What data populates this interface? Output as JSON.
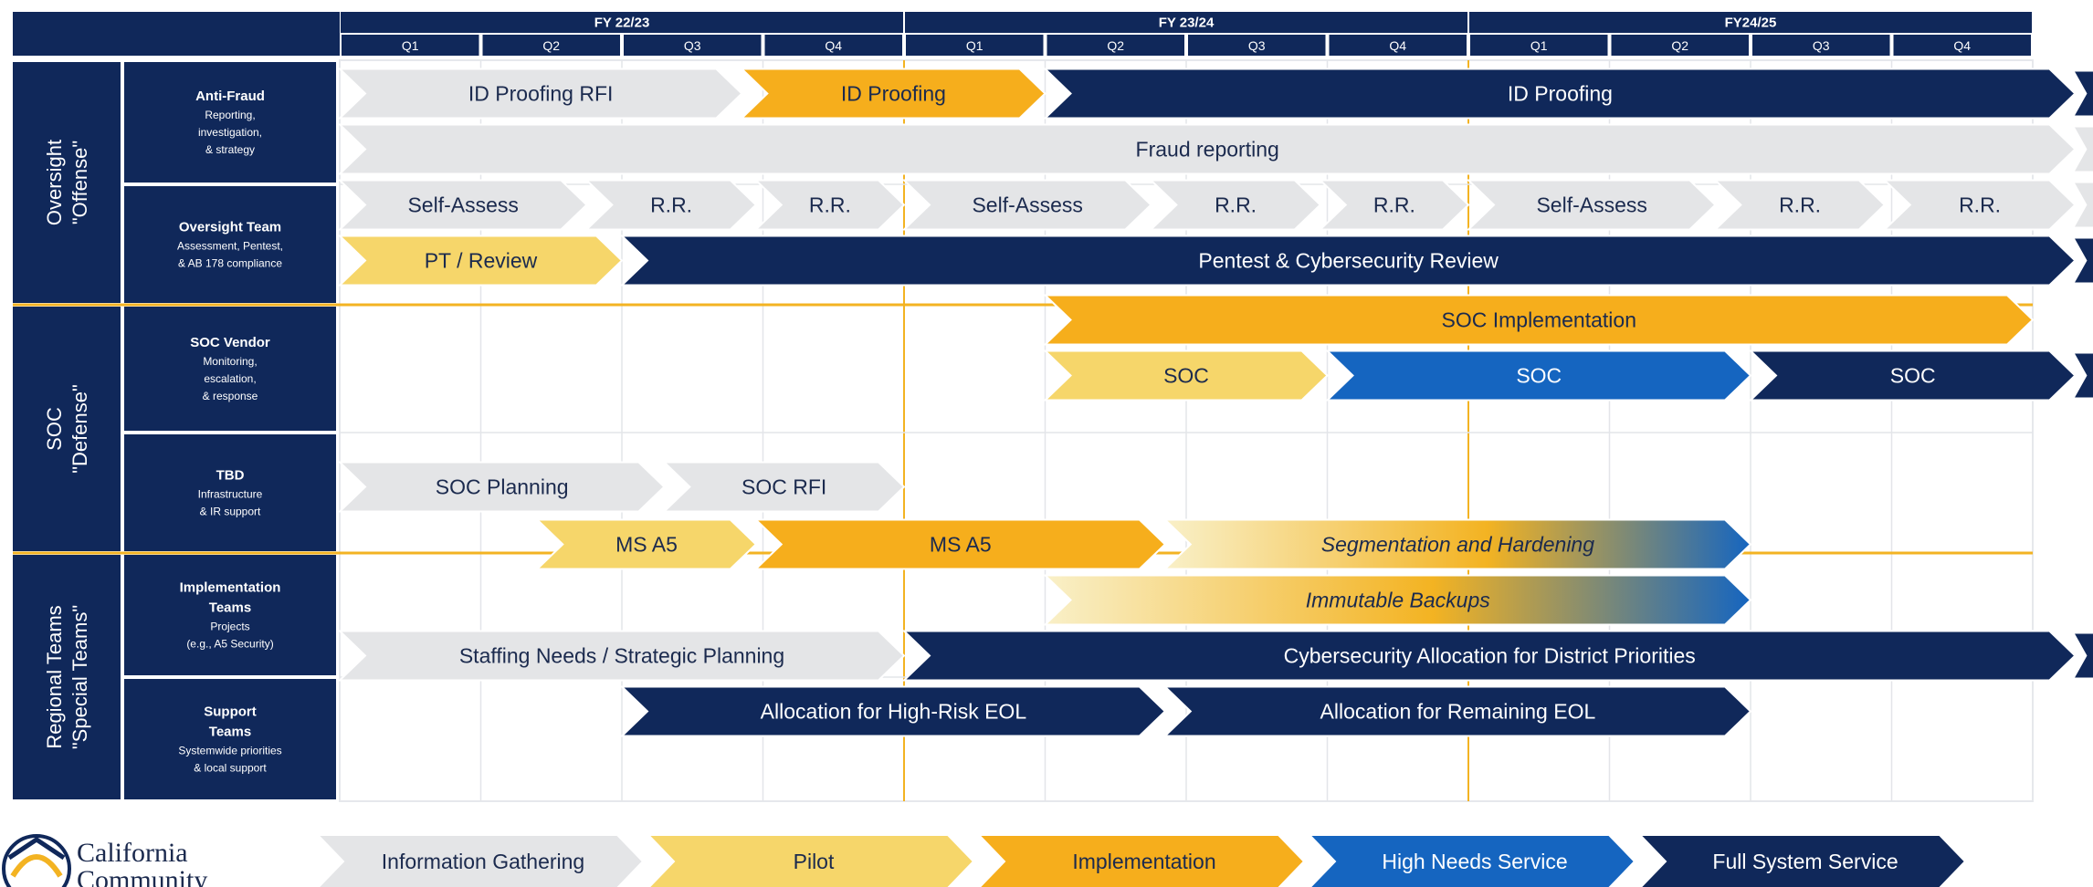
{
  "colors": {
    "info": "#e4e5e7",
    "pilot": "#f6d66a",
    "implementation": "#f6ae1c",
    "high_needs": "#1565c0",
    "full": "#10285a",
    "navy": "#10285a",
    "gold": "#f3b322"
  },
  "header": {
    "fiscal_years": [
      "FY 22/23",
      "FY 23/24",
      "FY24/25"
    ],
    "quarters": [
      "Q1",
      "Q2",
      "Q3",
      "Q4",
      "Q1",
      "Q2",
      "Q3",
      "Q4",
      "Q1",
      "Q2",
      "Q3",
      "Q4"
    ]
  },
  "groups": [
    {
      "label_lines": [
        "Oversight",
        "\"Offense\""
      ]
    },
    {
      "label_lines": [
        "SOC",
        "\"Defense\""
      ]
    },
    {
      "label_lines": [
        "Regional Teams",
        "\"Special Teams\""
      ]
    }
  ],
  "rows": [
    {
      "title_lines": [
        "Anti-Fraud"
      ],
      "sub_lines": [
        "Reporting,",
        "investigation,",
        "& strategy"
      ]
    },
    {
      "title_lines": [
        "Oversight Team"
      ],
      "sub_lines": [
        "Assessment, Pentest,",
        "& AB 178 compliance"
      ]
    },
    {
      "title_lines": [
        "SOC Vendor"
      ],
      "sub_lines": [
        "Monitoring,",
        "escalation,",
        "& response"
      ]
    },
    {
      "title_lines": [
        "TBD"
      ],
      "sub_lines": [
        "Infrastructure",
        "& IR support"
      ]
    },
    {
      "title_lines": [
        "Implementation",
        "Teams"
      ],
      "sub_lines": [
        "Projects",
        "(e.g., A5 Security)"
      ]
    },
    {
      "title_lines": [
        "Support",
        "Teams"
      ],
      "sub_lines": [
        "Systemwide priorities",
        "& local support"
      ]
    }
  ],
  "bars": [
    {
      "lane": 0,
      "start": 0,
      "end": 2.85,
      "label": "ID Proofing RFI",
      "phase": "info"
    },
    {
      "lane": 0,
      "start": 2.85,
      "end": 5.0,
      "label": "ID Proofing",
      "phase": "implementation"
    },
    {
      "lane": 0,
      "start": 5.0,
      "end": 12.3,
      "label": "ID Proofing",
      "phase": "full",
      "continues": true
    },
    {
      "lane": 1,
      "start": 0,
      "end": 12.3,
      "label": "Fraud reporting",
      "phase": "info",
      "continues": true
    },
    {
      "lane": 2,
      "start": 0,
      "end": 1.75,
      "label": "Self-Assess",
      "phase": "info"
    },
    {
      "lane": 2,
      "start": 1.75,
      "end": 2.95,
      "label": "R.R.",
      "phase": "info"
    },
    {
      "lane": 2,
      "start": 2.95,
      "end": 4.0,
      "label": "R.R.",
      "phase": "info"
    },
    {
      "lane": 2,
      "start": 4.0,
      "end": 5.75,
      "label": "Self-Assess",
      "phase": "info"
    },
    {
      "lane": 2,
      "start": 5.75,
      "end": 6.95,
      "label": "R.R.",
      "phase": "info"
    },
    {
      "lane": 2,
      "start": 6.95,
      "end": 8.0,
      "label": "R.R.",
      "phase": "info"
    },
    {
      "lane": 2,
      "start": 8.0,
      "end": 9.75,
      "label": "Self-Assess",
      "phase": "info"
    },
    {
      "lane": 2,
      "start": 9.75,
      "end": 10.95,
      "label": "R.R.",
      "phase": "info"
    },
    {
      "lane": 2,
      "start": 10.95,
      "end": 12.3,
      "label": "R.R.",
      "phase": "info",
      "continues": true
    },
    {
      "lane": 3,
      "start": 0,
      "end": 2.0,
      "label": "PT / Review",
      "phase": "pilot"
    },
    {
      "lane": 3,
      "start": 2.0,
      "end": 12.3,
      "label": "Pentest & Cybersecurity Review",
      "phase": "full",
      "continues": true
    },
    {
      "lane": 4,
      "start": 5.0,
      "end": 12.0,
      "label": "SOC Implementation",
      "phase": "implementation"
    },
    {
      "lane": 5,
      "start": 5.0,
      "end": 7.0,
      "label": "SOC",
      "phase": "pilot"
    },
    {
      "lane": 5,
      "start": 7.0,
      "end": 10.0,
      "label": "SOC",
      "phase": "high_needs"
    },
    {
      "lane": 5,
      "start": 10.0,
      "end": 12.3,
      "label": "SOC",
      "phase": "full",
      "continues": true
    },
    {
      "lane": 7,
      "start": 0,
      "end": 2.3,
      "label": "SOC Planning",
      "phase": "info"
    },
    {
      "lane": 7,
      "start": 2.3,
      "end": 4.0,
      "label": "SOC RFI",
      "phase": "info"
    },
    {
      "lane": 8,
      "start": 1.4,
      "end": 2.95,
      "label": "MS A5",
      "phase": "pilot"
    },
    {
      "lane": 8,
      "start": 2.95,
      "end": 5.85,
      "label": "MS A5",
      "phase": "implementation"
    },
    {
      "lane": 8,
      "start": 5.85,
      "end": 10.0,
      "label": "Segmentation and Hardening",
      "phase": "gradient",
      "italic": true
    },
    {
      "lane": 9,
      "start": 5.0,
      "end": 10.0,
      "label": "Immutable Backups",
      "phase": "gradient",
      "italic": true
    },
    {
      "lane": 10,
      "start": 0,
      "end": 4.0,
      "label": "Staffing Needs / Strategic Planning",
      "phase": "info"
    },
    {
      "lane": 10,
      "start": 4.0,
      "end": 12.3,
      "label": "Cybersecurity Allocation for District Priorities",
      "phase": "full",
      "continues": true
    },
    {
      "lane": 11,
      "start": 2.0,
      "end": 5.85,
      "label": "Allocation for High-Risk EOL",
      "phase": "full"
    },
    {
      "lane": 11,
      "start": 5.85,
      "end": 10.0,
      "label": "Allocation for Remaining EOL",
      "phase": "full"
    }
  ],
  "legend": [
    {
      "label": "Information Gathering",
      "phase": "info"
    },
    {
      "label": "Pilot",
      "phase": "pilot"
    },
    {
      "label": "Implementation",
      "phase": "implementation"
    },
    {
      "label": "High Needs Service",
      "phase": "high_needs"
    },
    {
      "label": "Full System Service",
      "phase": "full"
    }
  ],
  "logo": {
    "lines": [
      "California",
      "Community"
    ]
  }
}
